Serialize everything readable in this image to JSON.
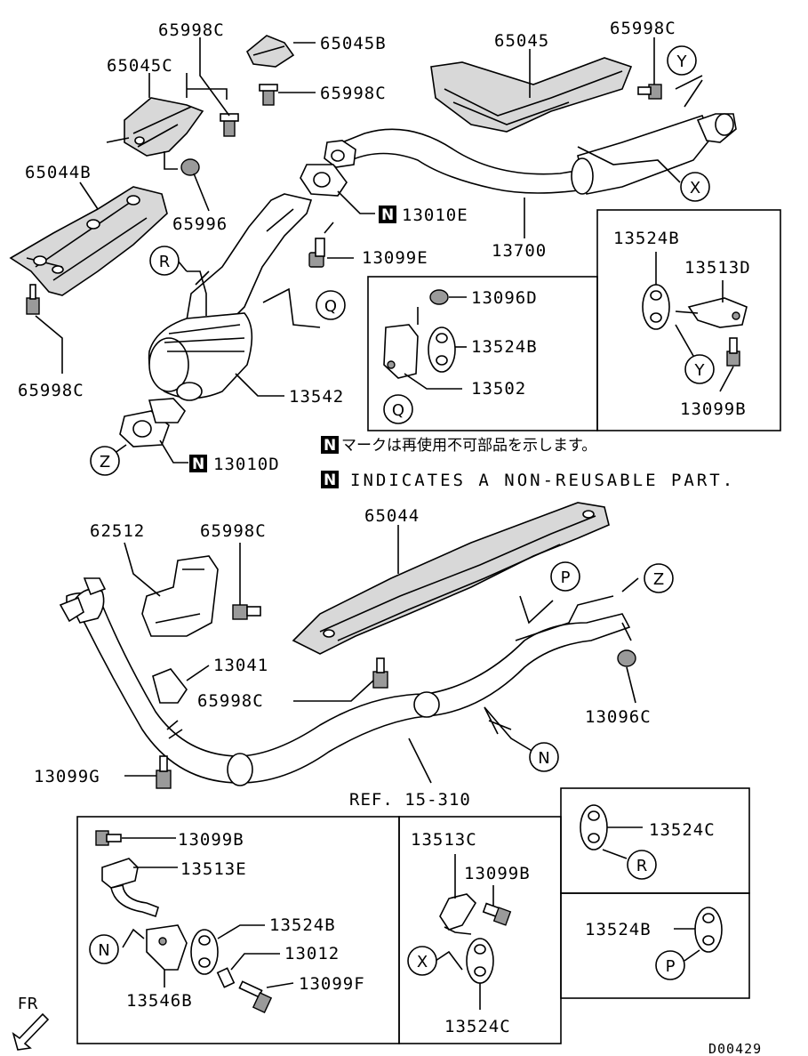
{
  "notes": {
    "n_letter": "N",
    "japanese": "マークは再使用不可部品を示します。",
    "english": "INDICATES A NON-REUSABLE PART."
  },
  "figure_code": "D00429",
  "front_label": "FR",
  "callouts": {
    "Y": "Y",
    "X": "X",
    "R": "R",
    "Q": "Q",
    "Z": "Z",
    "P": "P",
    "N": "N"
  },
  "parts": {
    "p65998C_a": "65998C",
    "p65045B": "65045B",
    "p65045C": "65045C",
    "p65998C_b": "65998C",
    "p65044B": "65044B",
    "p65996": "65996",
    "p65998C_c": "65998C",
    "p65045": "65045",
    "p65998C_d": "65998C",
    "p13010E": "13010E",
    "p13099E": "13099E",
    "p13700": "13700",
    "p13542": "13542",
    "p13010D": "13010D",
    "p13096D": "13096D",
    "p13524B_a": "13524B",
    "p13502": "13502",
    "p13524B_b": "13524B",
    "p13513D": "13513D",
    "p13099B_a": "13099B",
    "p62512": "62512",
    "p65998C_e": "65998C",
    "p65044": "65044",
    "p13041": "13041",
    "p65998C_f": "65998C",
    "p13096C": "13096C",
    "p13099G": "13099G",
    "pREF": "REF. 15-310",
    "p13099B_b": "13099B",
    "p13513E": "13513E",
    "p13524B_c": "13524B",
    "p13012": "13012",
    "p13099F": "13099F",
    "p13546B": "13546B",
    "p13513C": "13513C",
    "p13099B_c": "13099B",
    "p13524C_a": "13524C",
    "p13524C_b": "13524C",
    "p13524B_d": "13524B"
  }
}
